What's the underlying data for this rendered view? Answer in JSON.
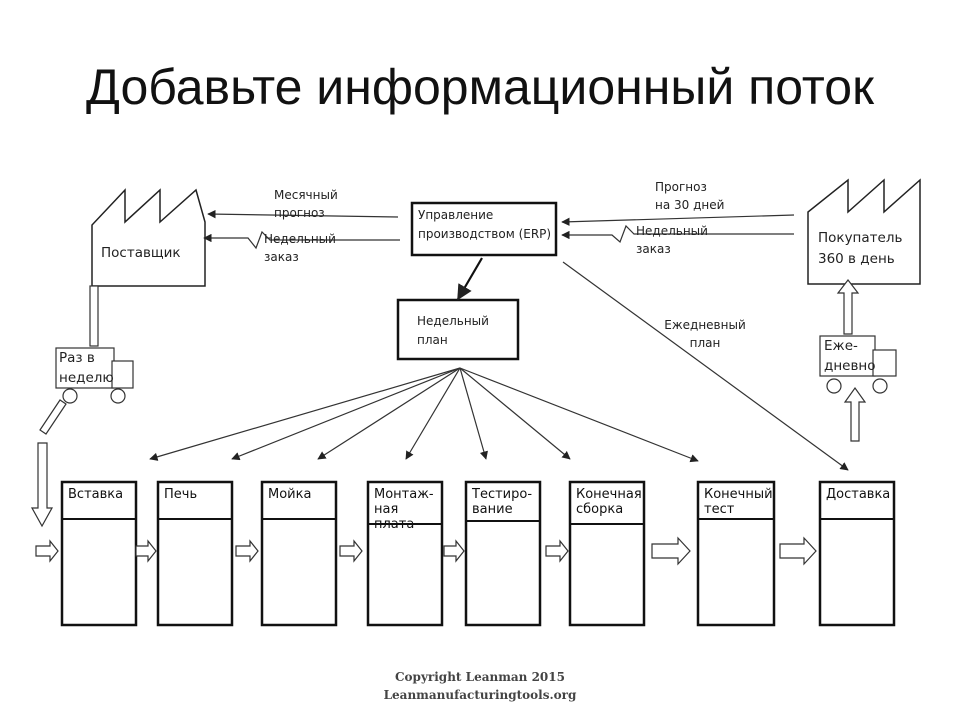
{
  "title": "Добавьте информационный поток",
  "supplier": {
    "label": "Поставщик",
    "shipment_label": "Раз в неделю"
  },
  "customer": {
    "label": "Покупатель\n360 в день",
    "shipment_label": "Еже-\nдневно"
  },
  "erp": {
    "label": "Управление\nпроизводством (ERP)"
  },
  "weekly_plan": {
    "label": "Недельный\nплан"
  },
  "info_flows": {
    "monthly_forecast": "Месячный\nпрогноз",
    "weekly_order_supplier": "Недельный\nзаказ",
    "forecast_30_days": "Прогноз\nна 30 дней",
    "weekly_order_customer": "Недельный\nзаказ",
    "daily_plan": "Ежедневный\nплан"
  },
  "processes": [
    {
      "label": "Вставка"
    },
    {
      "label": "Печь"
    },
    {
      "label": "Мойка"
    },
    {
      "label": "Монтаж-\nная плата"
    },
    {
      "label": "Тестиро-\nвание"
    },
    {
      "label": "Конечная\nсборка"
    },
    {
      "label": "Конечный\nтест"
    },
    {
      "label": "Доставка"
    }
  ],
  "copyright": {
    "line1": "Copyright Leanman 2015",
    "line2": "Leanmanufacturingtools.org"
  }
}
